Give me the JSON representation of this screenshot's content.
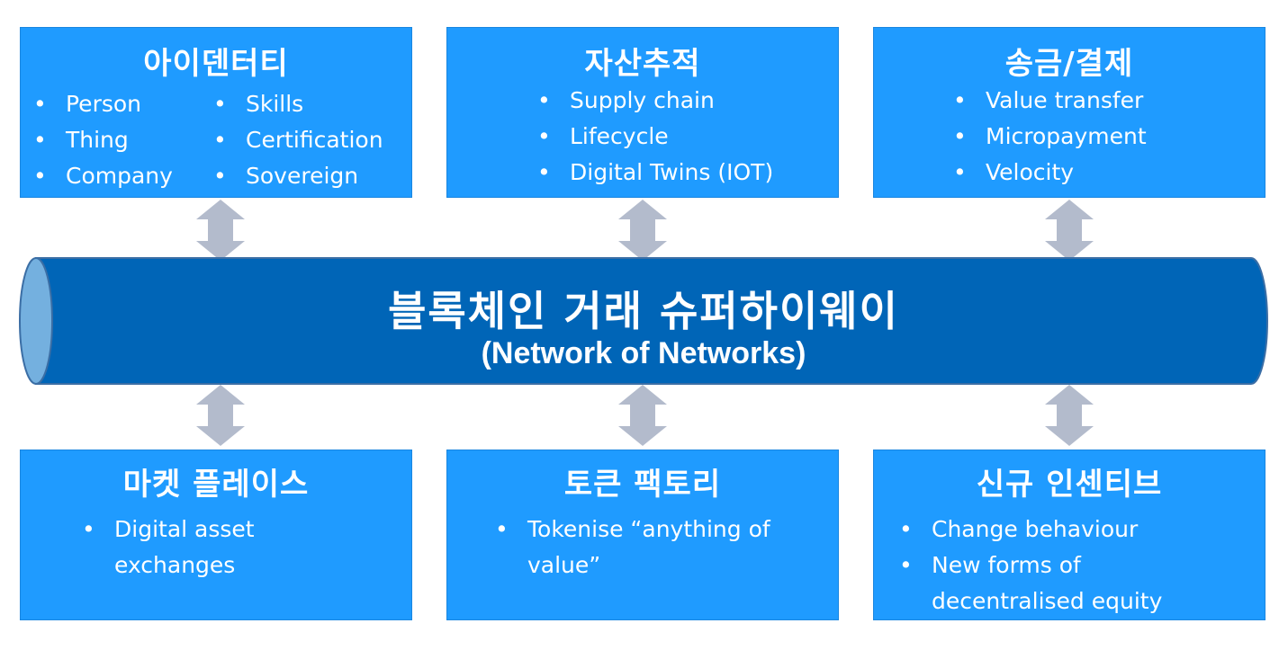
{
  "colors": {
    "box_fill": "#1f9bff",
    "pipe_body": "#0065b7",
    "pipe_end": "#74b0df",
    "arrow": "#b3bbcc",
    "text": "#ffffff"
  },
  "top_boxes": [
    {
      "title": "아이덴터티",
      "bullets_left": [
        "Person",
        "Thing",
        "Company"
      ],
      "bullets_right": [
        "Skills",
        "Certification",
        "Sovereign"
      ]
    },
    {
      "title": "자산추적",
      "bullets": [
        "Supply chain",
        "Lifecycle",
        "Digital Twins (IOT)"
      ]
    },
    {
      "title": "송금/결제",
      "bullets": [
        "Value transfer",
        "Micropayment",
        "Velocity"
      ]
    }
  ],
  "center": {
    "title": "블록체인 거래 슈퍼하이웨이",
    "subtitle": "(Network of Networks)"
  },
  "bottom_boxes": [
    {
      "title": "마켓 플레이스",
      "bullets": [
        "Digital asset exchanges"
      ]
    },
    {
      "title": "토큰 팩토리",
      "bullets": [
        "Tokenise “anything of value”"
      ]
    },
    {
      "title": "신규 인센티브",
      "bullets": [
        "Change behaviour",
        "New forms of decentralised equity"
      ]
    }
  ]
}
